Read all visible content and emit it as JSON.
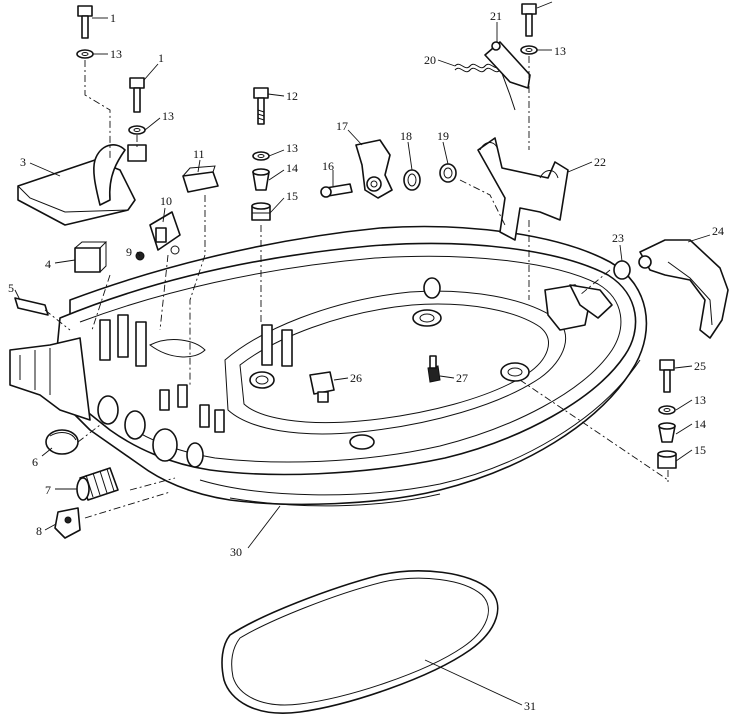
{
  "callouts": {
    "c1a": "1",
    "c1b": "1",
    "c3": "3",
    "c4": "4",
    "c5": "5",
    "c6": "6",
    "c7": "7",
    "c8": "8",
    "c9": "9",
    "c10": "10",
    "c11": "11",
    "c12": "12",
    "c13a": "13",
    "c13b": "13",
    "c13c": "13",
    "c13d": "13",
    "c13e": "13",
    "c14a": "14",
    "c14b": "14",
    "c15a": "15",
    "c15b": "15",
    "c16": "16",
    "c17": "17",
    "c18": "18",
    "c19": "19",
    "c20": "20",
    "c21": "21",
    "c22": "22",
    "c23": "23",
    "c24": "24",
    "c25": "25",
    "c26": "26",
    "c27": "27",
    "c30": "30",
    "c31": "31"
  }
}
